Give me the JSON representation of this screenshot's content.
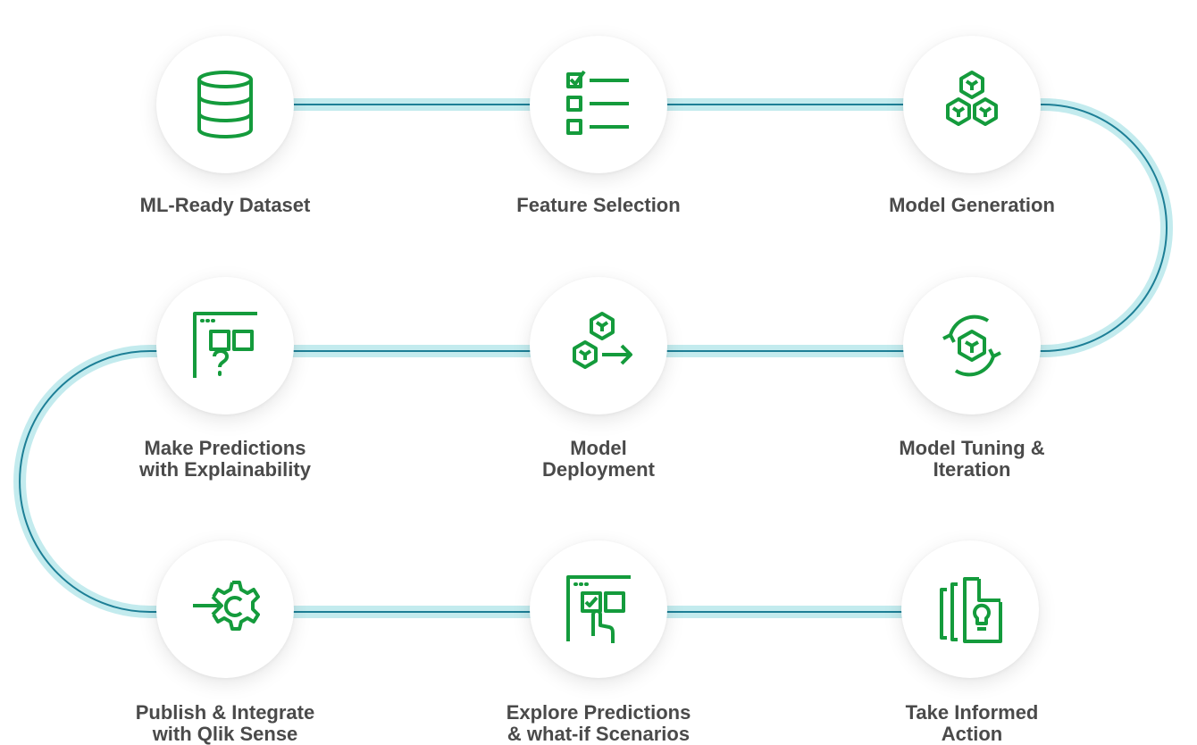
{
  "steps": [
    {
      "lines": [
        "ML-Ready Dataset"
      ],
      "icon": "database-icon"
    },
    {
      "lines": [
        "Feature Selection"
      ],
      "icon": "checklist-icon"
    },
    {
      "lines": [
        "Model Generation"
      ],
      "icon": "cubes-icon"
    },
    {
      "lines": [
        "Make Predictions",
        "with Explainability"
      ],
      "icon": "dashboard-question-icon"
    },
    {
      "lines": [
        "Model",
        "Deployment"
      ],
      "icon": "cube-deploy-icon"
    },
    {
      "lines": [
        "Model Tuning &",
        "Iteration"
      ],
      "icon": "cube-cycle-icon"
    },
    {
      "lines": [
        "Publish & Integrate",
        "with Qlik Sense"
      ],
      "icon": "gear-integrate-icon"
    },
    {
      "lines": [
        "Explore Predictions",
        "& what-if Scenarios"
      ],
      "icon": "dashboard-touch-icon"
    },
    {
      "lines": [
        "Take Informed",
        "Action"
      ],
      "icon": "document-bulb-icon"
    }
  ],
  "colors": {
    "icon": "#149b3c",
    "path_dark": "#1d7f96",
    "path_light": "#c3ebee",
    "label": "#4a4a4a"
  }
}
